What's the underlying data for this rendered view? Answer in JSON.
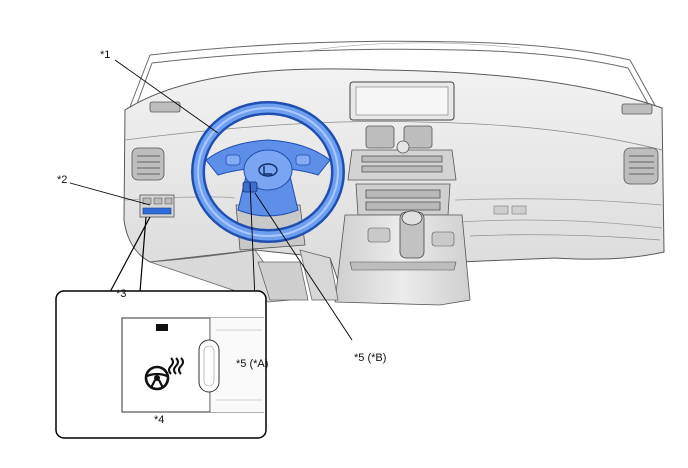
{
  "callouts": {
    "c1": "*1",
    "c2": "*2",
    "c3": "*3",
    "c4": "*4",
    "c5a": "*5 (*A)",
    "c5b": "*5 (*B)"
  },
  "colors": {
    "highlight": "#2f6bd8",
    "line": "#4a4a4a",
    "dash_fill": "#e6e6e6"
  },
  "icons": [
    "steering-wheel-icon",
    "heater-waves-icon",
    "lexus-logo-icon"
  ]
}
